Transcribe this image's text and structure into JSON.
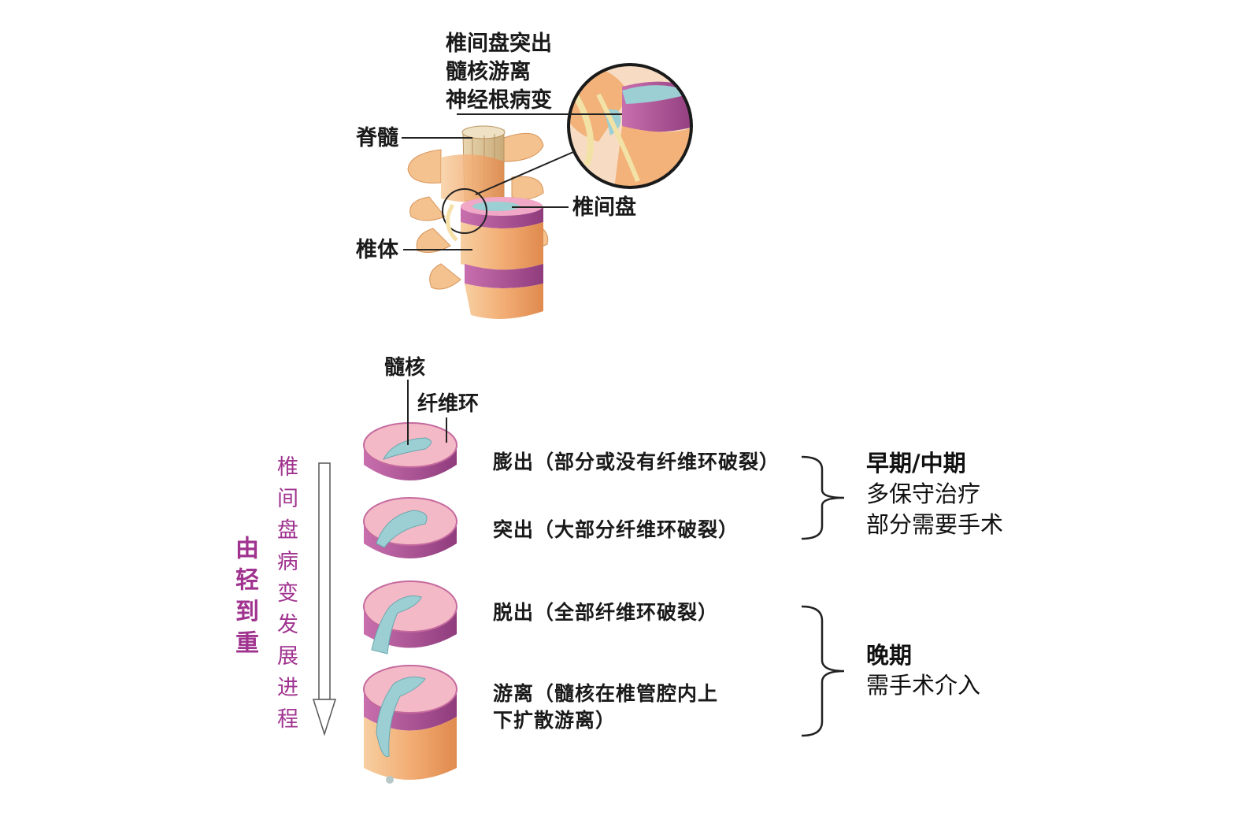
{
  "top_figure": {
    "zoom_labels": [
      "椎间盘突出",
      "髓核游离",
      "神经根病变"
    ],
    "spinal_cord": "脊髓",
    "disc": "椎间盘",
    "vertebral_body": "椎体"
  },
  "disc_figure": {
    "nucleus": "髓核",
    "annulus": "纤维环"
  },
  "stages": [
    {
      "label": "膨出（部分或没有纤维环破裂）"
    },
    {
      "label": "突出（大部分纤维环破裂）"
    },
    {
      "label": "脱出（全部纤维环破裂）"
    },
    {
      "label_line1": "游离（髓核在椎管腔内上",
      "label_line2": "下扩散游离）"
    }
  ],
  "progression": {
    "title": "由轻到重",
    "subtitle": "椎间盘病变发展进程"
  },
  "phases": {
    "early": {
      "title": "早期/中期",
      "line1": "多保守治疗",
      "line2": "部分需要手术"
    },
    "late": {
      "title": "晚期",
      "line1": "需手术介入"
    }
  },
  "colors": {
    "bone": "#f2b27a",
    "disc": "#b35c9a",
    "nucleus": "#9ccfd3",
    "disc_top": "#f4b9c6",
    "progress_purple": "#a0338f"
  }
}
